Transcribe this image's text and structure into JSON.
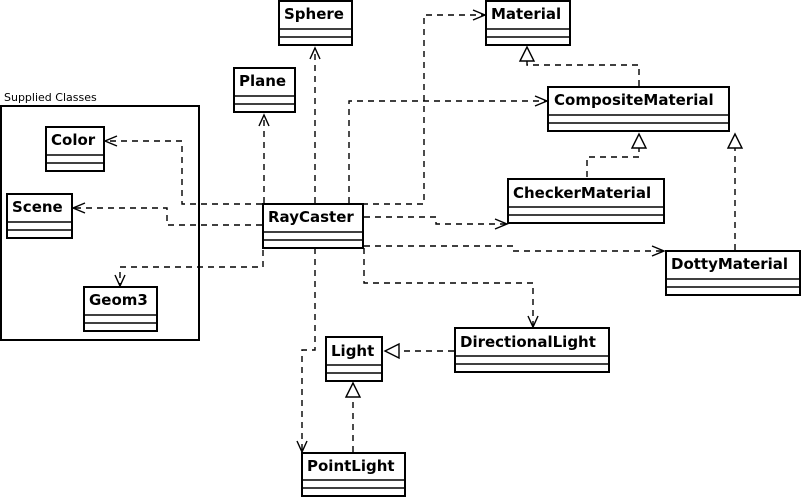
{
  "package": {
    "label": "Supplied Classes"
  },
  "classes": {
    "sphere": "Sphere",
    "material": "Material",
    "plane": "Plane",
    "composite_material": "CompositeMaterial",
    "color": "Color",
    "scene": "Scene",
    "raycaster": "RayCaster",
    "checker_material": "CheckerMaterial",
    "dotty_material": "DottyMaterial",
    "geom3": "Geom3",
    "directional_light": "DirectionalLight",
    "light": "Light",
    "point_light": "PointLight"
  }
}
